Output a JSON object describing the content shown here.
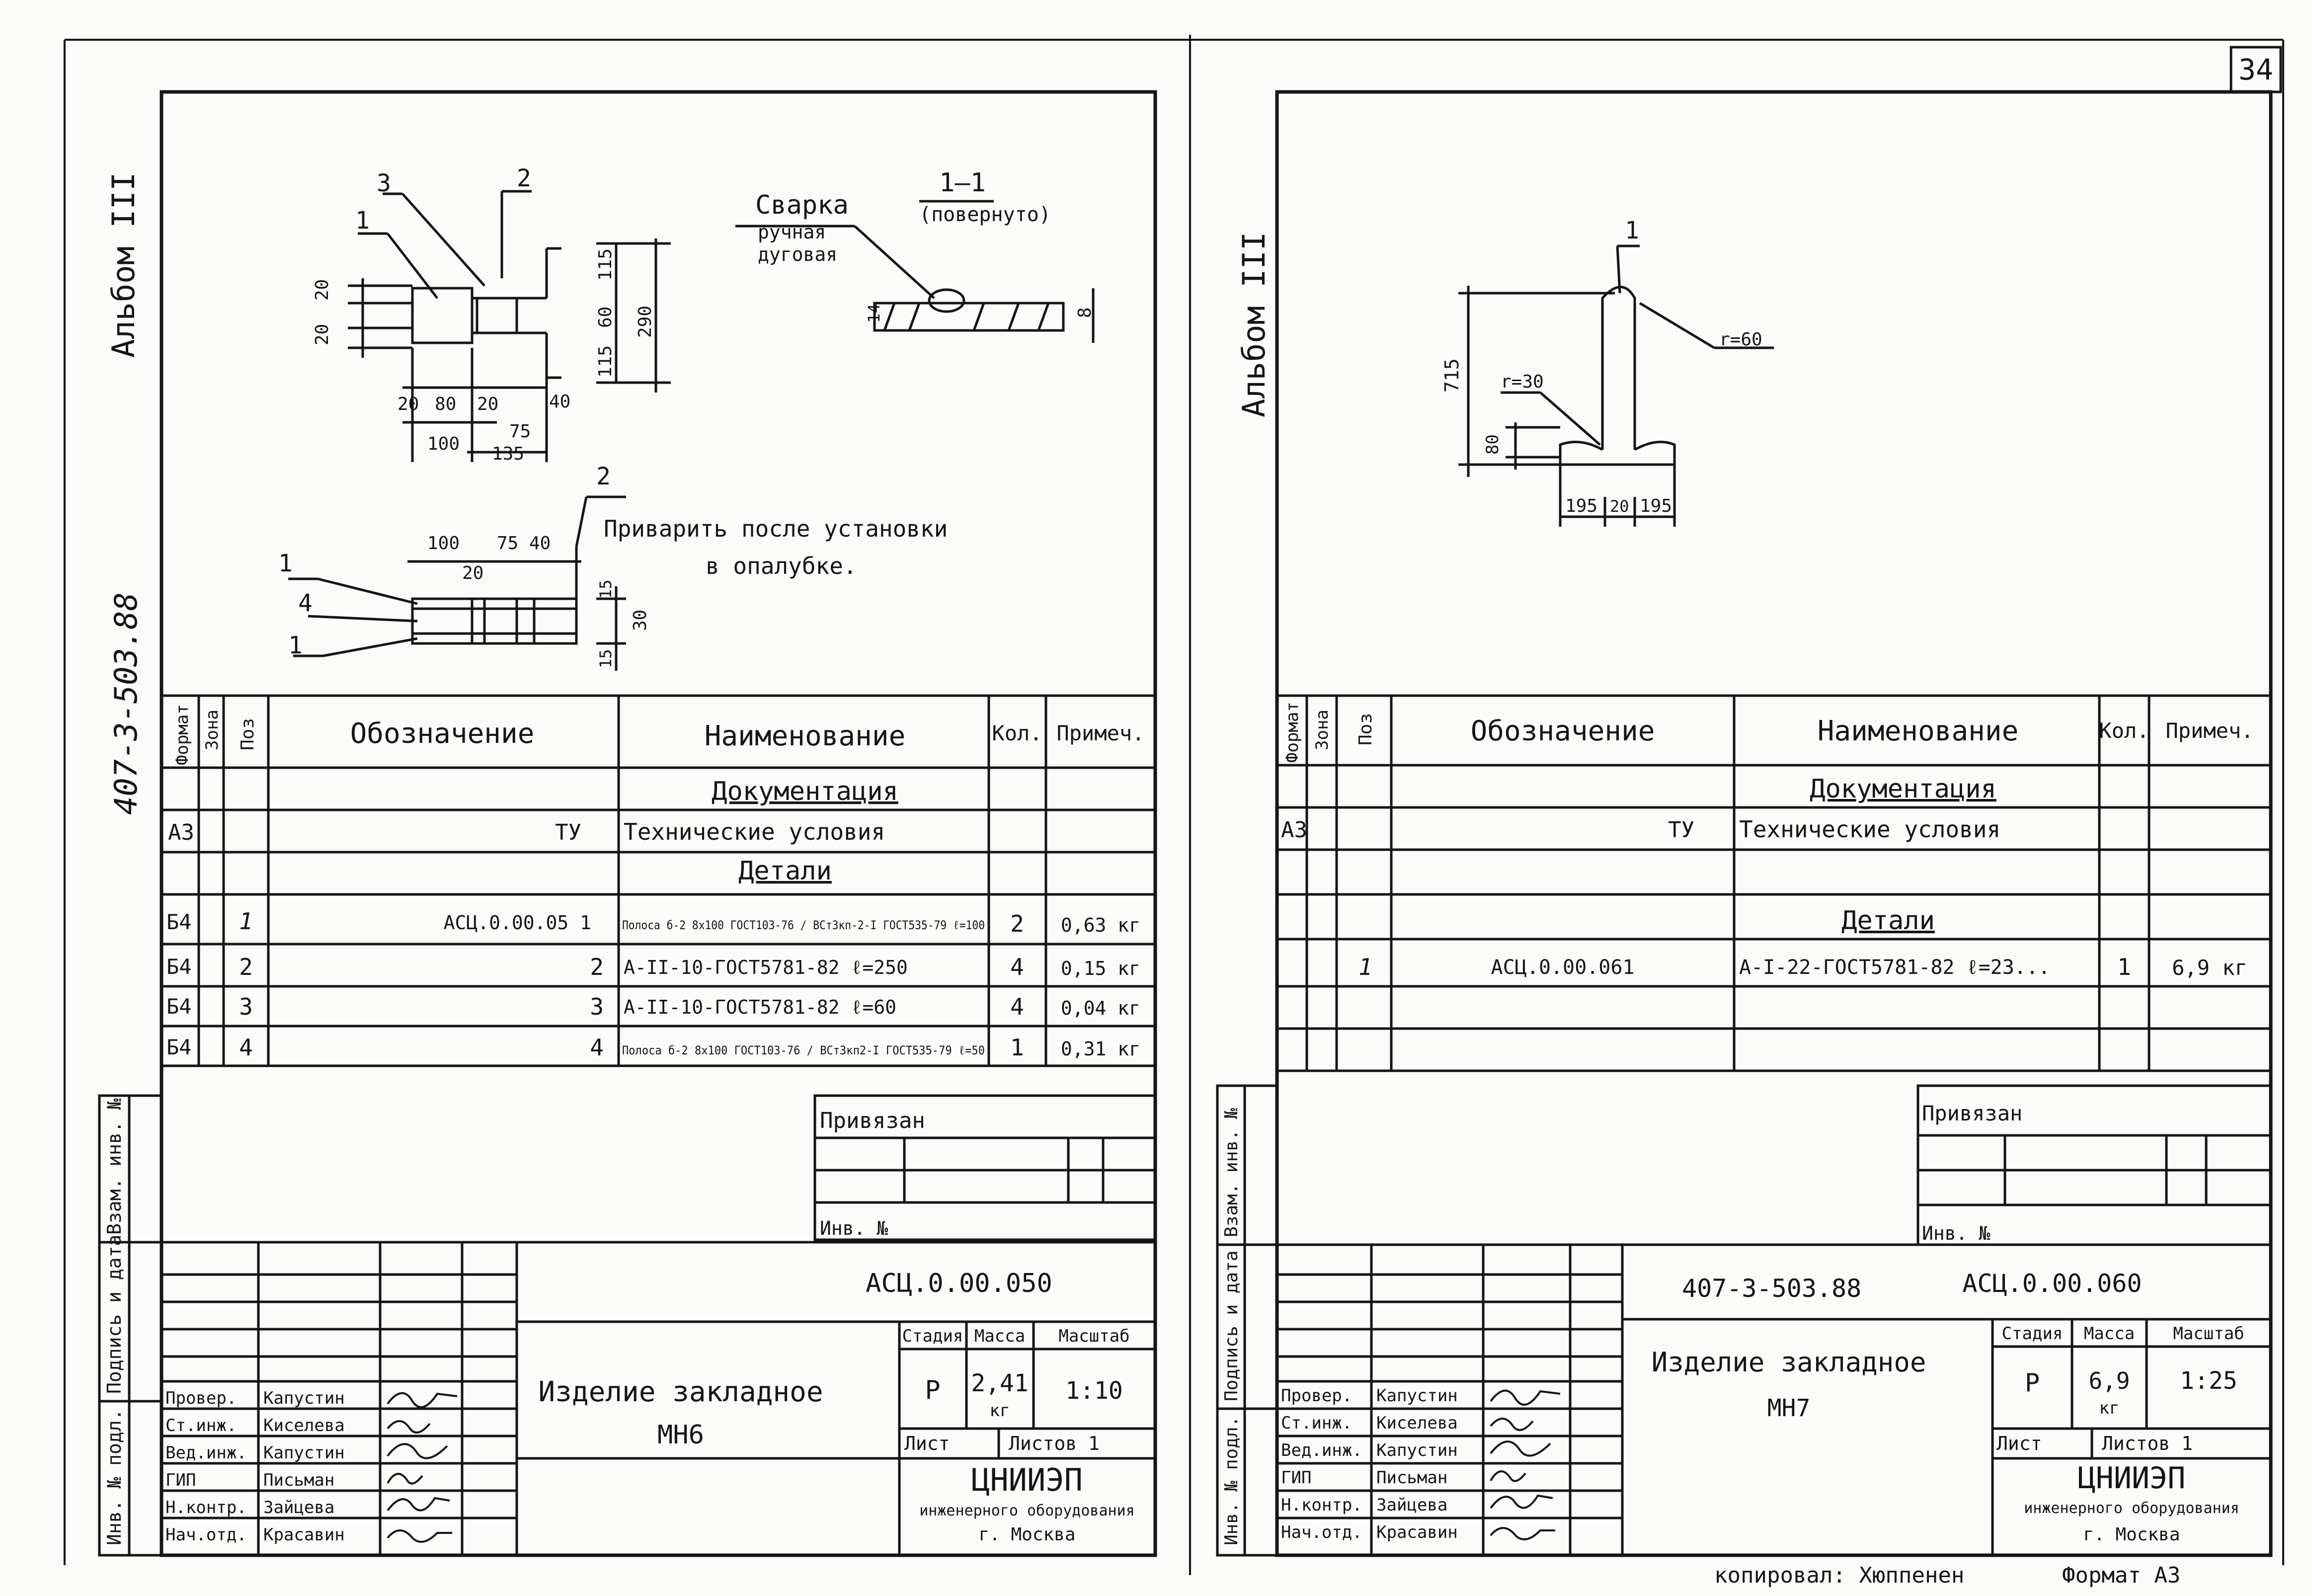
{
  "sheet_number": "34",
  "copy_note": "копировал: Хюппенен",
  "format_note": "Формат А3",
  "left_sheet": {
    "album": "Альбом III",
    "project_code": "407-3-503.88",
    "drawing": {
      "callouts": [
        "1",
        "2",
        "3",
        "4"
      ],
      "section_title": "1—1",
      "section_note": "(повернуто)",
      "weld_title": "Сварка",
      "weld_line1": "ручная",
      "weld_line2": "дуговая",
      "note_line1": "Приварить после установки",
      "note_line2": "в опалубке.",
      "dims": [
        "20",
        "20",
        "20",
        "80",
        "20",
        "75",
        "100",
        "135",
        "40",
        "115",
        "60",
        "115",
        "290",
        "14",
        "8",
        "100",
        "75",
        "40",
        "20",
        "15",
        "15",
        "30"
      ]
    },
    "spec": {
      "headers": {
        "format": "Формат",
        "zone": "Зона",
        "pos": "Поз",
        "designation": "Обозначение",
        "name": "Наименование",
        "qty": "Кол.",
        "note": "Примеч."
      },
      "rows": [
        {
          "format": "",
          "pos": "",
          "designation": "",
          "name": "Документация",
          "qty": "",
          "note": "",
          "section": true
        },
        {
          "format": "А3",
          "pos": "",
          "designation": "ТУ",
          "name": "Технические условия",
          "qty": "",
          "note": ""
        },
        {
          "format": "",
          "pos": "",
          "designation": "",
          "name": "Детали",
          "qty": "",
          "note": "",
          "section": true
        },
        {
          "format": "Б4",
          "pos": "1",
          "designation": "АСЦ.0.00.05 1",
          "name": "Полоса б-2 8х100 ГОСТ103-76 / ВСт3кп-2-I ГОСТ535-79  ℓ=100",
          "qty": "2",
          "note": "0,63 кг"
        },
        {
          "format": "Б4",
          "pos": "2",
          "designation": "2",
          "name": "А-II-10-ГОСТ5781-82   ℓ=250",
          "qty": "4",
          "note": "0,15 кг"
        },
        {
          "format": "Б4",
          "pos": "3",
          "designation": "3",
          "name": "А-II-10-ГОСТ5781-82   ℓ=60",
          "qty": "4",
          "note": "0,04 кг"
        },
        {
          "format": "Б4",
          "pos": "4",
          "designation": "4",
          "name": "Полоса б-2 8х100 ГОСТ103-76 / ВСт3кп2-I ГОСТ535-79  ℓ=50",
          "qty": "1",
          "note": "0,31 кг"
        }
      ]
    },
    "side_labels": [
      "Инв. № подл.",
      "Подпись и дата",
      "Взам. инв. №"
    ],
    "stamp": {
      "privyazan": "Привязан",
      "inv_no": "Инв. №",
      "designation": "АСЦ.0.00.050",
      "title_line1": "Изделие закладное",
      "title_line2": "МН6",
      "stage_label": "Стадия",
      "mass_label": "Масса",
      "scale_label": "Масштаб",
      "stage": "Р",
      "mass": "2,41",
      "mass_unit": "кг",
      "scale": "1:10",
      "sheet_label": "Лист",
      "sheets_label": "Листов 1",
      "org1": "ЦНИИЭП",
      "org2": "инженерного оборудования",
      "org3": "г. Москва",
      "people": [
        {
          "role": "Провер.",
          "name": "Капустин"
        },
        {
          "role": "Ст.инж.",
          "name": "Киселева"
        },
        {
          "role": "Вед.инж.",
          "name": "Капустин"
        },
        {
          "role": "ГИП",
          "name": "Письман"
        },
        {
          "role": "Н.контр.",
          "name": "Зайцева"
        },
        {
          "role": "Нач.отд.",
          "name": "Красавин"
        }
      ]
    }
  },
  "right_sheet": {
    "album": "Альбом III",
    "drawing": {
      "callout": "1",
      "radius_small": "r=30",
      "radius_large": "r=60",
      "dims": [
        "715",
        "80",
        "195",
        "20",
        "195"
      ]
    },
    "spec": {
      "headers": {
        "format": "Формат",
        "zone": "Зона",
        "pos": "Поз",
        "designation": "Обозначение",
        "name": "Наименование",
        "qty": "Кол.",
        "note": "Примеч."
      },
      "rows": [
        {
          "format": "",
          "pos": "",
          "designation": "",
          "name": "Документация",
          "qty": "",
          "note": "",
          "section": true
        },
        {
          "format": "А3",
          "pos": "",
          "designation": "ТУ",
          "name": "Технические условия",
          "qty": "",
          "note": ""
        },
        {
          "format": "",
          "pos": "",
          "designation": "",
          "name": "",
          "qty": "",
          "note": ""
        },
        {
          "format": "",
          "pos": "",
          "designation": "",
          "name": "Детали",
          "qty": "",
          "note": "",
          "section": true
        },
        {
          "format": "",
          "pos": "1",
          "designation": "АСЦ.0.00.061",
          "name": "А-I-22-ГОСТ5781-82  ℓ=23...",
          "qty": "1",
          "note": "6,9 кг"
        },
        {
          "format": "",
          "pos": "",
          "designation": "",
          "name": "",
          "qty": "",
          "note": ""
        },
        {
          "format": "",
          "pos": "",
          "designation": "",
          "name": "",
          "qty": "",
          "note": ""
        }
      ]
    },
    "side_labels": [
      "Инв. № подл.",
      "Подпись и дата",
      "Взам. инв. №"
    ],
    "stamp": {
      "privyazan": "Привязан",
      "inv_no": "Инв. №",
      "project_code": "407-3-503.88",
      "designation": "АСЦ.0.00.060",
      "title_line1": "Изделие закладное",
      "title_line2": "МН7",
      "stage_label": "Стадия",
      "mass_label": "Масса",
      "scale_label": "Масштаб",
      "stage": "Р",
      "mass": "6,9",
      "mass_unit": "кг",
      "scale": "1:25",
      "sheet_label": "Лист",
      "sheets_label": "Листов 1",
      "org1": "ЦНИИЭП",
      "org2": "инженерного оборудования",
      "org3": "г. Москва",
      "people": [
        {
          "role": "Провер.",
          "name": "Капустин"
        },
        {
          "role": "Ст.инж.",
          "name": "Киселева"
        },
        {
          "role": "Вед.инж.",
          "name": "Капустин"
        },
        {
          "role": "ГИП",
          "name": "Письман"
        },
        {
          "role": "Н.контр.",
          "name": "Зайцева"
        },
        {
          "role": "Нач.отд.",
          "name": "Красавин"
        }
      ]
    }
  }
}
